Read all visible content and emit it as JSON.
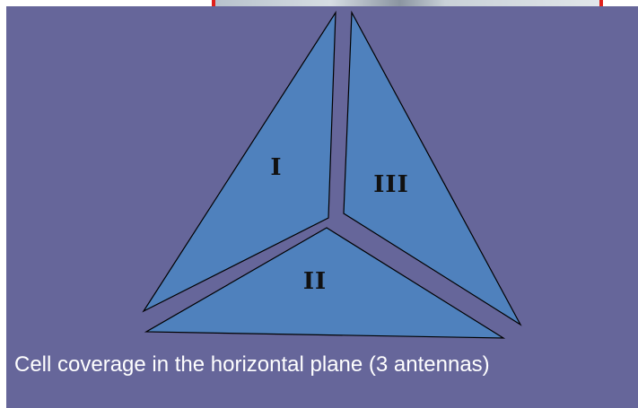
{
  "diagram": {
    "sectors": [
      {
        "id": "I",
        "label": "I"
      },
      {
        "id": "II",
        "label": "II"
      },
      {
        "id": "III",
        "label": "III"
      }
    ],
    "caption": "Cell coverage in the horizontal plane (3 antennas)"
  },
  "colors": {
    "background": "#66669a",
    "sector_fill": "#4f81bd",
    "sector_stroke": "#000000",
    "caption_text": "#ffffff"
  }
}
